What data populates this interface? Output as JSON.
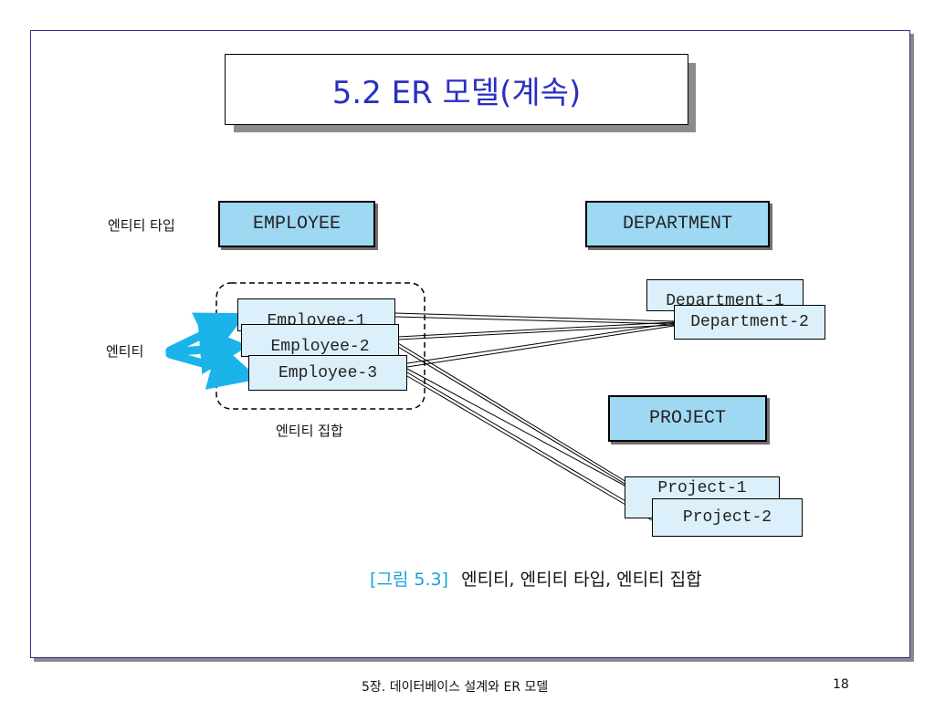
{
  "slide": {
    "title": "5.2 ER 모델(계속)"
  },
  "figure": {
    "entity_type_label": "엔티티 타입",
    "entity_label": "엔티티",
    "entity_set_label": "엔티티 집합",
    "types": {
      "employee": "EMPLOYEE",
      "department": "DEPARTMENT",
      "project": "PROJECT"
    },
    "employees": [
      "Employee-1",
      "Employee-2",
      "Employee-3"
    ],
    "departments": [
      "Department-1",
      "Department-2"
    ],
    "projects": [
      "Project-1",
      "Project-2"
    ],
    "colors": {
      "type_fill": "#9fd8f2",
      "entity_fill": "#dcf0fb",
      "arrow": "#1ab4ea",
      "title": "#2a2fc0",
      "figure_number": "#1aa0d8"
    }
  },
  "caption": {
    "number": "[그림 5.3]",
    "text": "엔티티, 엔티티 타입, 엔티티 집합"
  },
  "footer": {
    "chapter": "5장. 데이터베이스 설계와 ER 모델",
    "page": "18"
  }
}
